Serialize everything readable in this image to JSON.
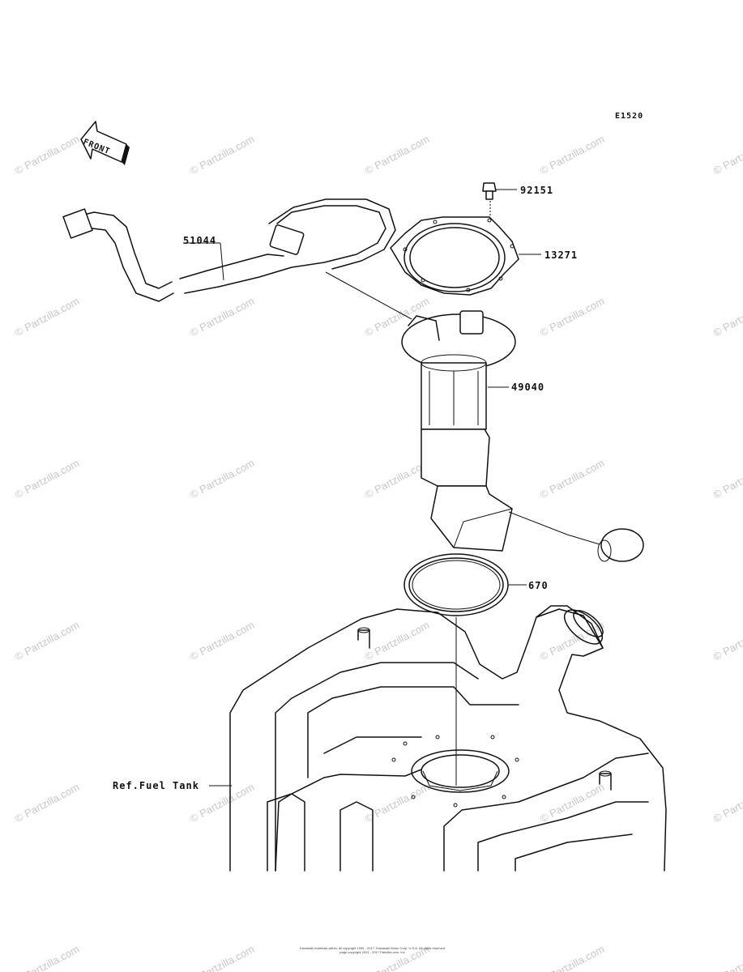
{
  "diagram_code": "E1520",
  "front_label": "FRONT",
  "watermark_text": "© Partzilla.com",
  "parts": {
    "bolt": "92151",
    "plate": "13271",
    "hose": "51044",
    "pump": "49040",
    "ring": "670",
    "tank_ref": "Ref.Fuel Tank"
  },
  "copyright": {
    "line1": "Kawasaki materials within, all copyright 1995 - 2017, Kawasaki Motor Corp. U.S.A. All rights reserved.",
    "line2": "page copyright 2001 - 2017 Partzilla.com, Inc."
  }
}
